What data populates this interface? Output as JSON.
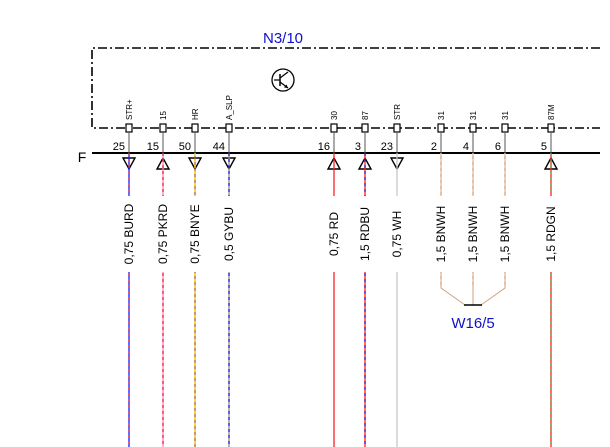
{
  "component": {
    "label": "N3/10",
    "connector_label": "F",
    "transistor_icon": "transistor-symbol-icon"
  },
  "splice": {
    "label": "W16/5"
  },
  "wires": [
    {
      "pin": "25",
      "signal": "STR+",
      "label": "0,75 BURD",
      "arrow": "out",
      "color_a": "#1a1aff",
      "color_b": "#ff2020"
    },
    {
      "pin": "15",
      "signal": "15",
      "label": "0,75 PKRD",
      "arrow": "in",
      "color_a": "#ff80c0",
      "color_b": "#ff2020"
    },
    {
      "pin": "50",
      "signal": "HR",
      "label": "0,75 BNYE",
      "arrow": "out",
      "color_a": "#b06020",
      "color_b": "#f0e000"
    },
    {
      "pin": "44",
      "signal": "A_SLP",
      "label": "0,5 GYBU",
      "arrow": "out",
      "color_a": "#909090",
      "color_b": "#1a1aff"
    },
    {
      "pin": "16",
      "signal": "30",
      "label": "0,75 RD",
      "arrow": "in",
      "color_a": "#ff2020",
      "color_b": "#ff2020"
    },
    {
      "pin": "3",
      "signal": "87",
      "label": "1,5 RDBU",
      "arrow": "in",
      "color_a": "#ff2020",
      "color_b": "#1a1aff"
    },
    {
      "pin": "23",
      "signal": "STR",
      "label": "0,75 WH",
      "arrow": "out",
      "color_a": "#c8c8c8",
      "color_b": "#c8c8c8"
    },
    {
      "pin": "2",
      "signal": "31",
      "label": "1,5 BNWH",
      "arrow": "none",
      "color_a": "#d4a07a",
      "color_b": "#e8c8b0"
    },
    {
      "pin": "4",
      "signal": "31",
      "label": "1,5 BNWH",
      "arrow": "none",
      "color_a": "#d4a07a",
      "color_b": "#e8c8b0"
    },
    {
      "pin": "6",
      "signal": "31",
      "label": "1,5 BNWH",
      "arrow": "none",
      "color_a": "#d4a07a",
      "color_b": "#e8c8b0"
    },
    {
      "pin": "5",
      "signal": "87M",
      "label": "1,5 RDGN",
      "arrow": "in",
      "color_a": "#ff2020",
      "color_b": "#20c040"
    }
  ]
}
